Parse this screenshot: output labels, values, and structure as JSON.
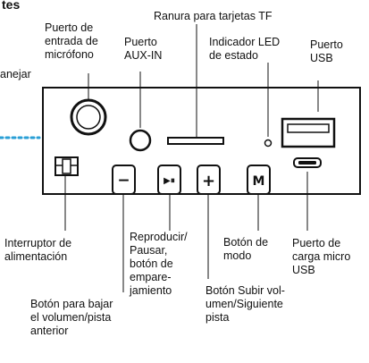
{
  "fragments": {
    "top_left": "tes",
    "left": "anejar"
  },
  "labels": {
    "mic_input": [
      "Puerto de",
      "entrada de",
      "micrófono"
    ],
    "aux_in": [
      "Puerto",
      "AUX-IN"
    ],
    "tf_slot": [
      "Ranura para tarjetas TF"
    ],
    "led": [
      "Indicador LED",
      "de estado"
    ],
    "usb": [
      "Puerto",
      "USB"
    ],
    "power_switch": [
      "Interruptor de",
      "alimentación"
    ],
    "play_pause": [
      "Reproducir/",
      "Pausar,",
      "botón de",
      "empare-",
      "jamiento"
    ],
    "mode_button": [
      "Botón de",
      "modo"
    ],
    "micro_usb": [
      "Puerto de",
      "carga micro",
      "USB"
    ],
    "vol_up": [
      "Botón Subir vol-",
      "umen/Siguiente",
      "pista"
    ],
    "vol_down": [
      "Botón para bajar",
      "el volumen/pista",
      "anterior"
    ]
  },
  "buttons": {
    "minus": "−",
    "play": "▶⏸",
    "plus": "+",
    "mode": "M"
  }
}
